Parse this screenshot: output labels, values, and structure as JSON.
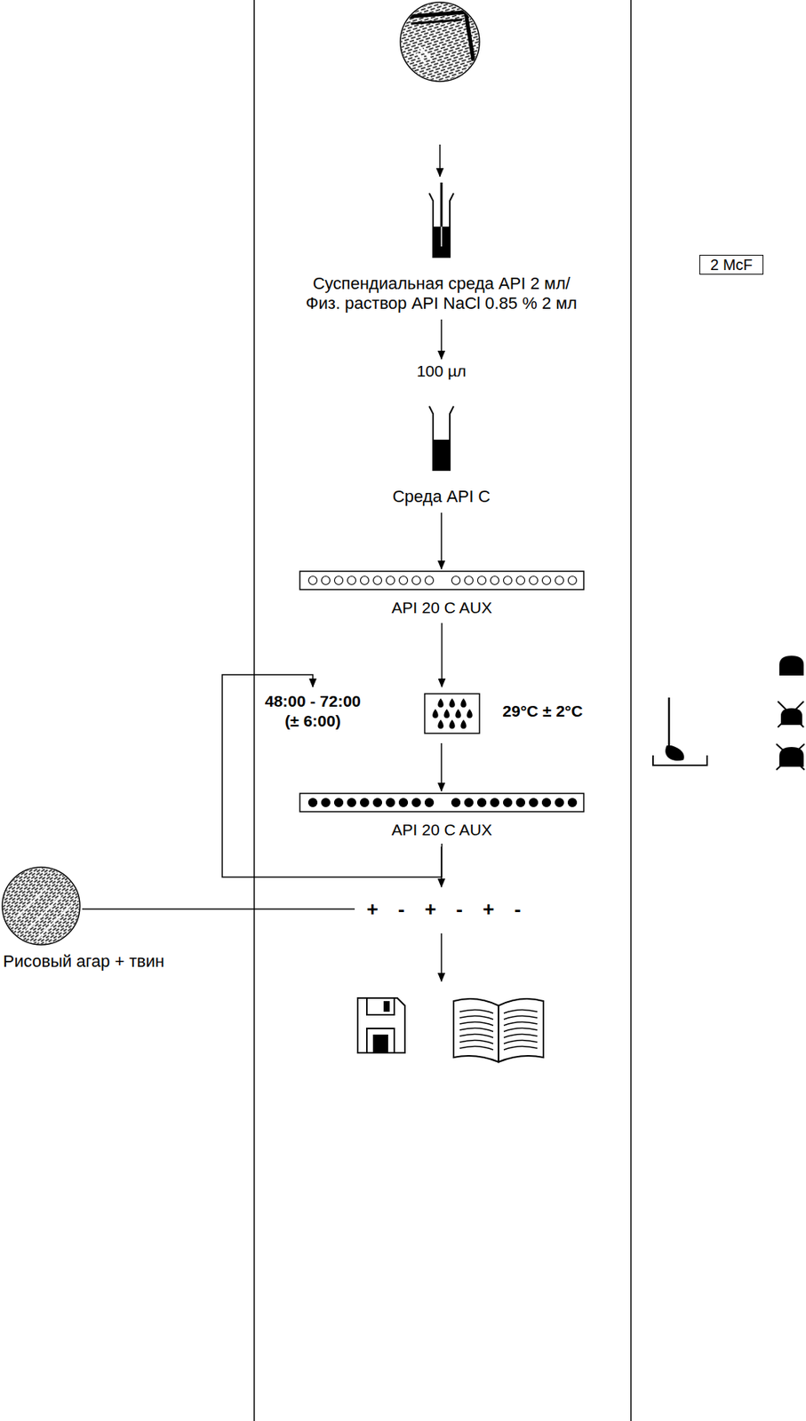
{
  "diagram": {
    "nodes": [
      {
        "text": [
          "Суспендиальная среда API 2 мл/ Физ. раствор API NaCl 0.85 % 2 мл"
        ]
      },
      {
        "text": [
          "Среда API C"
        ]
      },
      {
        "text": [
          "API 20 C AUX"
        ]
      },
      {
        "text": [
          "48:00 - 72:00 (± 6:00)",
          "29°C ± 2°C"
        ]
      },
      {
        "text": [
          "API 20 C AUX"
        ]
      },
      {
        "text": [
          "Рисовый агар + твин"
        ]
      },
      {
        "text": [
          "2 McF"
        ]
      }
    ],
    "edges": [
      {
        "from": 0,
        "to": 1,
        "arrow": "to",
        "label": "100 µл"
      },
      {
        "from": 1,
        "to": 2,
        "arrow": "to"
      },
      {
        "from": 2,
        "to": 3,
        "arrow": "to"
      },
      {
        "from": 3,
        "to": 4,
        "arrow": "to"
      },
      {
        "from": 4,
        "to": 3,
        "arrow": "to"
      }
    ],
    "labels": [
      "+ - + - + -"
    ]
  }
}
